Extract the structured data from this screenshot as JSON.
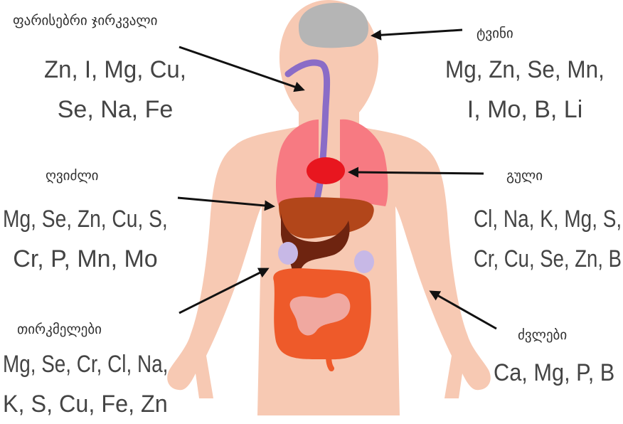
{
  "colors": {
    "skin": "#f7c9b3",
    "brain": "#b5b5b5",
    "lungs": "#f77a82",
    "heart": "#e8161f",
    "liver": "#b2461a",
    "stomach": "#6e2410",
    "kidneys": "#c7b8e6",
    "intestine": "#ee5a2a",
    "esophagus": "#8a6cc7",
    "text": "#3b3b3b",
    "arrow": "#111111"
  },
  "labels": {
    "thyroid": {
      "title": "ფარისებრი ჯირკვალი",
      "elements": [
        "Zn, I, Mg, Cu,",
        "Se, Na, Fe"
      ]
    },
    "brain": {
      "title": "ტვინი",
      "elements": [
        "Mg, Zn, Se, Mn,",
        "I, Mo, B, Li"
      ]
    },
    "liver": {
      "title": "ღვიძლი",
      "elements": [
        "Mg, Se, Zn, Cu, S,",
        "Cr, P, Mn, Mo"
      ]
    },
    "heart": {
      "title": "გული",
      "elements": [
        "Cl, Na, K, Mg, S,",
        "Cr, Cu, Se, Zn, B"
      ]
    },
    "kidneys": {
      "title": "თირკმელები",
      "elements": [
        "Mg, Se, Cr, Cl, Na,",
        "K, S, Cu, Fe, Zn"
      ]
    },
    "bones": {
      "title": "ძვლები",
      "elements": [
        "Ca, Mg, P, B"
      ]
    }
  }
}
